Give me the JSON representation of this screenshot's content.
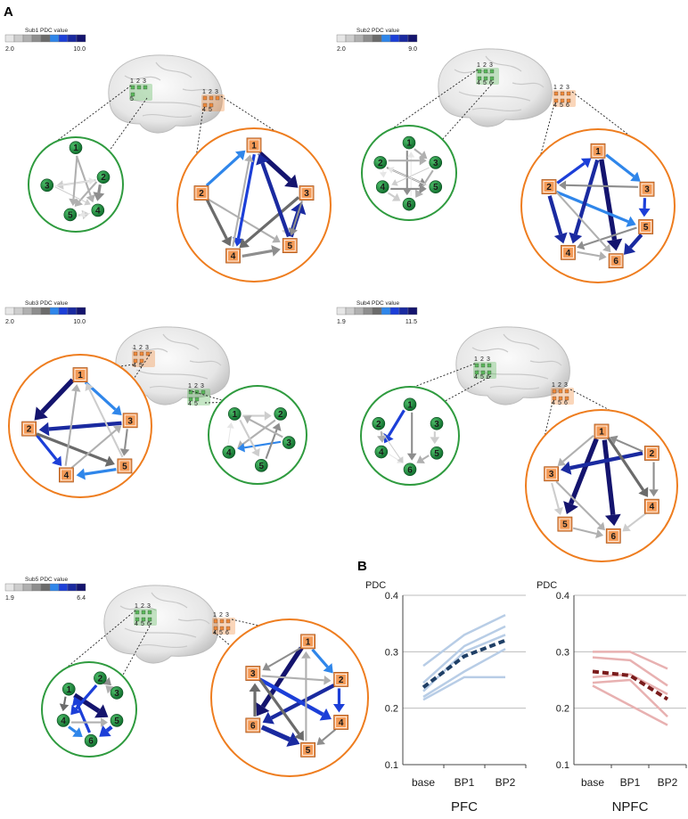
{
  "panel_labels": {
    "a": "A",
    "b": "B"
  },
  "legend_colors": [
    "#e6e6e6",
    "#cdcdcd",
    "#b0b0b0",
    "#8e8e8e",
    "#6b6b6b",
    "#2f86ea",
    "#1c3fd8",
    "#1a2aa0",
    "#14146e"
  ],
  "subjects": [
    {
      "title": "Sub1 PDC value",
      "min": "2.0",
      "max": "10.0",
      "green_labels": [
        "1",
        "2",
        "3",
        "4",
        "5"
      ],
      "orange_labels": [
        "1",
        "2",
        "3",
        "4",
        "5"
      ],
      "green_electrode_labels": [
        "1",
        "2",
        "3",
        "5"
      ],
      "orange_electrode_labels": [
        "1",
        "2",
        "3",
        "4",
        "5"
      ]
    },
    {
      "title": "Sub2 PDC value",
      "min": "2.0",
      "max": "9.0",
      "green_labels": [
        "1",
        "2",
        "3",
        "4",
        "5",
        "6"
      ],
      "orange_labels": [
        "1",
        "2",
        "3",
        "4",
        "5",
        "6"
      ],
      "green_electrode_labels": [
        "1",
        "2",
        "3",
        "4",
        "5",
        "6"
      ],
      "orange_electrode_labels": [
        "1",
        "2",
        "3",
        "4",
        "5",
        "6"
      ]
    },
    {
      "title": "Sub3 PDC value",
      "min": "2.0",
      "max": "10.0",
      "green_labels": [
        "1",
        "2",
        "3",
        "4",
        "5"
      ],
      "orange_labels": [
        "1",
        "2",
        "3",
        "4",
        "5"
      ],
      "green_electrode_labels": [
        "1",
        "2",
        "3",
        "4",
        "5"
      ],
      "orange_electrode_labels": [
        "1",
        "2",
        "3",
        "4",
        "5"
      ]
    },
    {
      "title": "Sub4 PDC value",
      "min": "1.9",
      "max": "11.5",
      "green_labels": [
        "1",
        "2",
        "3",
        "4",
        "5",
        "6"
      ],
      "orange_labels": [
        "1",
        "2",
        "3",
        "4",
        "5",
        "6"
      ],
      "green_electrode_labels": [
        "1",
        "2",
        "3",
        "4",
        "5",
        "6"
      ],
      "orange_electrode_labels": [
        "1",
        "2",
        "3",
        "4",
        "5",
        "6"
      ]
    },
    {
      "title": "Sub5 PDC value",
      "min": "1.9",
      "max": "6.4",
      "green_labels": [
        "1",
        "2",
        "3",
        "4",
        "5",
        "6"
      ],
      "orange_labels": [
        "1",
        "2",
        "3",
        "4",
        "5",
        "6"
      ],
      "green_electrode_labels": [
        "1",
        "2",
        "3",
        "4",
        "5",
        "6"
      ],
      "orange_electrode_labels": [
        "1",
        "2",
        "3",
        "4",
        "5",
        "6"
      ]
    }
  ],
  "chart_data": [
    {
      "type": "line",
      "title": "PFC",
      "ylabel": "PDC",
      "categories": [
        "base",
        "BP1",
        "BP2"
      ],
      "ylim": [
        0.1,
        0.4
      ],
      "yticks": [
        "0.1",
        "0.2",
        "0.3",
        "0.4"
      ],
      "grid": true,
      "individual_color": "#b8cde6",
      "mean_color": "#1f3f66",
      "series": [
        {
          "values": [
            0.275,
            0.33,
            0.365
          ]
        },
        {
          "values": [
            0.245,
            0.31,
            0.345
          ]
        },
        {
          "values": [
            0.23,
            0.3,
            0.33
          ]
        },
        {
          "values": [
            0.22,
            0.265,
            0.305
          ]
        },
        {
          "values": [
            0.215,
            0.255,
            0.255
          ]
        },
        {
          "mean": true,
          "values": [
            0.237,
            0.292,
            0.32
          ]
        }
      ]
    },
    {
      "type": "line",
      "title": "NPFC",
      "ylabel": "PDC",
      "categories": [
        "base",
        "BP1",
        "BP2"
      ],
      "ylim": [
        0.1,
        0.4
      ],
      "yticks": [
        "0.1",
        "0.2",
        "0.3",
        "0.4"
      ],
      "grid": true,
      "individual_color": "#e8b1b1",
      "mean_color": "#7a1c1c",
      "series": [
        {
          "values": [
            0.3,
            0.3,
            0.27
          ]
        },
        {
          "values": [
            0.29,
            0.285,
            0.24
          ]
        },
        {
          "values": [
            0.255,
            0.26,
            0.225
          ]
        },
        {
          "values": [
            0.245,
            0.25,
            0.185
          ]
        },
        {
          "values": [
            0.24,
            0.205,
            0.17
          ]
        },
        {
          "mean": true,
          "values": [
            0.265,
            0.258,
            0.216
          ]
        }
      ]
    }
  ]
}
